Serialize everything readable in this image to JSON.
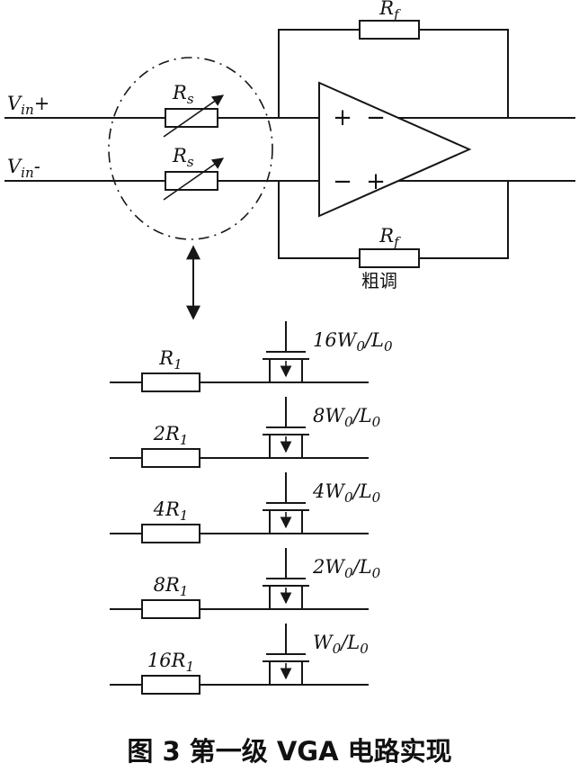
{
  "caption": "图 3  第一级 VGA 电路实现",
  "schematic": {
    "input_pos": [
      {
        "t": "V"
      },
      {
        "t": "in",
        "sub": true
      },
      {
        "t": "+"
      }
    ],
    "input_neg": [
      {
        "t": "V"
      },
      {
        "t": "in",
        "sub": true
      },
      {
        "t": "-"
      }
    ],
    "rs_top": [
      {
        "t": "R"
      },
      {
        "t": "s",
        "sub": true
      }
    ],
    "rs_bottom": [
      {
        "t": "R"
      },
      {
        "t": "s",
        "sub": true
      }
    ],
    "rf_top": [
      {
        "t": "R"
      },
      {
        "t": "f",
        "sub": true
      }
    ],
    "rf_bottom": [
      {
        "t": "R"
      },
      {
        "t": "f",
        "sub": true
      }
    ],
    "coarse_tune": "粗调",
    "opamp": {
      "in_top_left": "+",
      "in_top_right": "−",
      "in_bottom_left": "−",
      "in_bottom_right": "+"
    }
  },
  "branches": [
    {
      "resistor": [
        {
          "t": "R"
        },
        {
          "t": "1",
          "sub": true
        }
      ],
      "mosfet": [
        {
          "t": "16W"
        },
        {
          "t": "0",
          "sub": true
        },
        {
          "t": "/L"
        },
        {
          "t": "0",
          "sub": true
        }
      ]
    },
    {
      "resistor": [
        {
          "t": "2R"
        },
        {
          "t": "1",
          "sub": true
        }
      ],
      "mosfet": [
        {
          "t": "8W"
        },
        {
          "t": "0",
          "sub": true
        },
        {
          "t": "/L"
        },
        {
          "t": "0",
          "sub": true
        }
      ]
    },
    {
      "resistor": [
        {
          "t": "4R"
        },
        {
          "t": "1",
          "sub": true
        }
      ],
      "mosfet": [
        {
          "t": "4W"
        },
        {
          "t": "0",
          "sub": true
        },
        {
          "t": "/L"
        },
        {
          "t": "0",
          "sub": true
        }
      ]
    },
    {
      "resistor": [
        {
          "t": "8R"
        },
        {
          "t": "1",
          "sub": true
        }
      ],
      "mosfet": [
        {
          "t": "2W"
        },
        {
          "t": "0",
          "sub": true
        },
        {
          "t": "/L"
        },
        {
          "t": "0",
          "sub": true
        }
      ]
    },
    {
      "resistor": [
        {
          "t": "16R"
        },
        {
          "t": "1",
          "sub": true
        }
      ],
      "mosfet": [
        {
          "t": "W"
        },
        {
          "t": "0",
          "sub": true
        },
        {
          "t": "/L"
        },
        {
          "t": "0",
          "sub": true
        }
      ]
    }
  ]
}
